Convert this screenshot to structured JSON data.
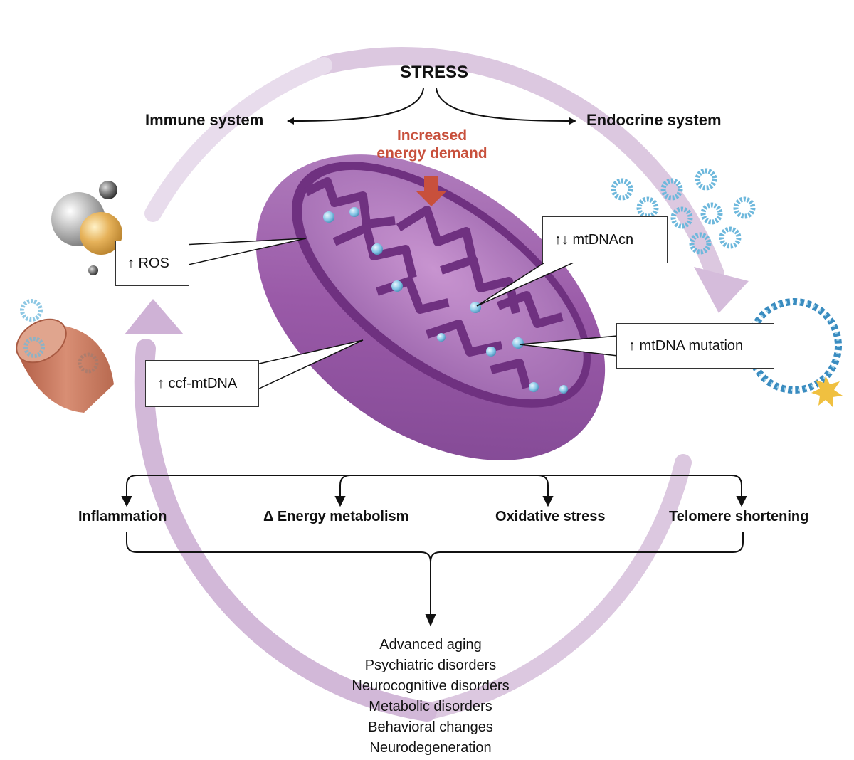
{
  "stress": "STRESS",
  "immune_system": "Immune system",
  "endocrine_system": "Endocrine system",
  "increased_energy_demand": [
    "Increased",
    "energy demand"
  ],
  "callouts": {
    "ros": "↑ ROS",
    "mtdnacn": "↑↓ mtDNAcn",
    "ccf_mtdna": "↑ ccf-mtDNA",
    "mtdna_mutation": "↑ mtDNA mutation"
  },
  "effects": [
    "Inflammation",
    "Δ Energy metabolism",
    "Oxidative stress",
    "Telomere shortening"
  ],
  "outcomes": [
    "Advanced aging",
    "Psychiatric disorders",
    "Neurocognitive disorders",
    "Metabolic disorders",
    "Behavioral changes",
    "Neurodegeneration"
  ],
  "colors": {
    "cycle_arrow": "#dcc8e0",
    "mitochondrion_outer": "#9a5aa8",
    "mitochondrion_inner": "#7a3a88",
    "matrix": "#b67cc0",
    "highlight_red": "#c8503c",
    "dna_blue": "#5ab0d8",
    "vessel": "#c87a62",
    "orange_sphere": "#e0a84a"
  }
}
